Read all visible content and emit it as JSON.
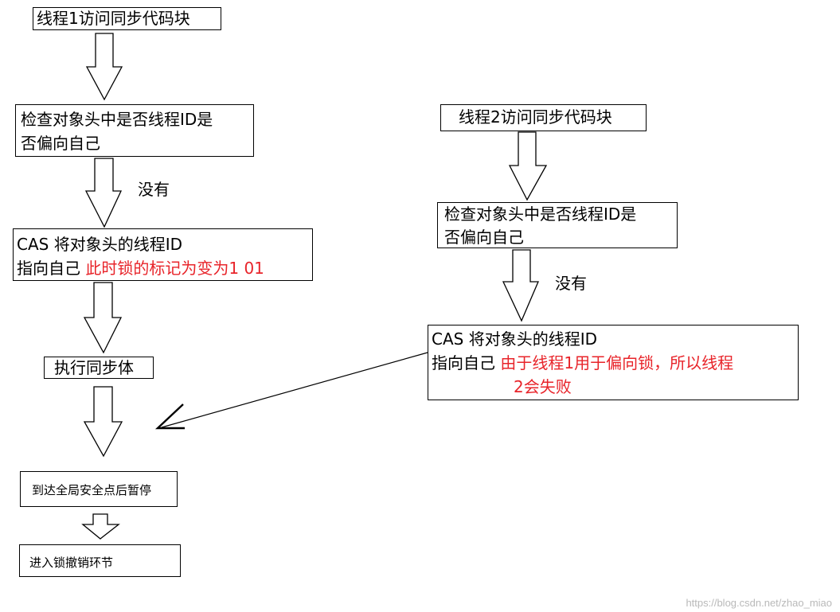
{
  "left_flow": {
    "start": "线程1访问同步代码块",
    "check": {
      "line1": "检查对象头中是否线程ID是",
      "line2": "否偏向自己"
    },
    "no_label": "没有",
    "cas": {
      "line1": "CAS 将对象头的线程ID",
      "line2_black": "指向自己",
      "line2_red": "此时锁的标记为变为1 01"
    },
    "execute": "执行同步体",
    "safepoint": "到达全局安全点后暂停",
    "revoke": "进入锁撤销环节"
  },
  "right_flow": {
    "start": "线程2访问同步代码块",
    "check": {
      "line1": "检查对象头中是否线程ID是",
      "line2": "否偏向自己"
    },
    "no_label": "没有",
    "cas": {
      "line1": "CAS 将对象头的线程ID",
      "line2_black": "指向自己",
      "line2_red": "由于线程1用于偏向锁，所以线程",
      "line3_red": "2会失败"
    }
  },
  "watermark": "https://blog.csdn.net/zhao_miao",
  "colors": {
    "text": "#000000",
    "highlight": "#e8242a",
    "watermark": "#b9b9b9"
  }
}
